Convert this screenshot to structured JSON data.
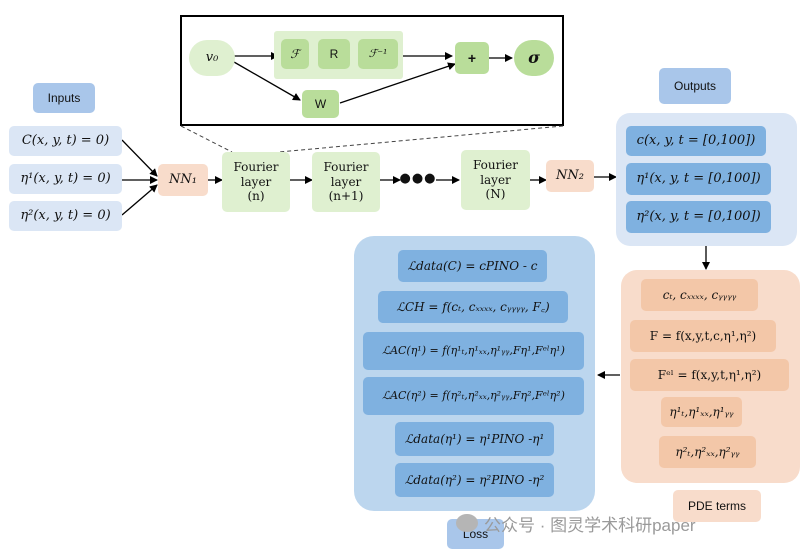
{
  "inputs": {
    "title": "Inputs",
    "items": [
      "C(x, y, t) = 0)",
      "η¹(x, y, t) = 0)",
      "η²(x, y, t) = 0)"
    ]
  },
  "network": {
    "nn1": "NN₁",
    "layers": [
      "Fourier\nlayer\n(n)",
      "Fourier\nlayer\n(n+1)",
      "Fourier\nlayer\n(N)"
    ],
    "dots": "●●●",
    "nn2": "NN₂"
  },
  "fourier_detail": {
    "v0": "v₀",
    "ops": [
      "ℱ",
      "R",
      "ℱ⁻¹"
    ],
    "w": "W",
    "plus": "+",
    "sigma": "σ"
  },
  "outputs": {
    "title": "Outputs",
    "items": [
      "c(x, y, t = [0,100])",
      "η¹(x, y, t = [0,100])",
      "η²(x, y, t = [0,100])"
    ]
  },
  "pde_terms": {
    "title": "PDE terms",
    "items": [
      "cₜ, cₓₓₓₓ, cᵧᵧᵧᵧ",
      "F = f(x,y,t,c,η¹,η²)",
      "Fᵉˡ = f(x,y,t,η¹,η²)",
      "η¹ₜ,η¹ₓₓ,η¹ᵧᵧ",
      "η²ₜ,η²ₓₓ,η²ᵧᵧ"
    ]
  },
  "loss": {
    "title": "Loss",
    "items": [
      "ℒdata(C) = cPINO - c",
      "ℒCH = f(cₜ, cₓₓₓₓ, cᵧᵧᵧᵧ, F꜀)",
      "ℒAC(η¹) = f(η¹ₜ,η¹ₓₓ,η¹ᵧᵧ,Fη¹,Fᵉˡη¹)",
      "ℒAC(η²) = f(η²ₜ,η²ₓₓ,η²ᵧᵧ,Fη²,Fᵉˡη²)",
      "ℒdata(η¹) = η¹PINO -η¹",
      "ℒdata(η²) = η²PINO -η²"
    ]
  },
  "watermark": "公众号 · 图灵学术科研paper"
}
